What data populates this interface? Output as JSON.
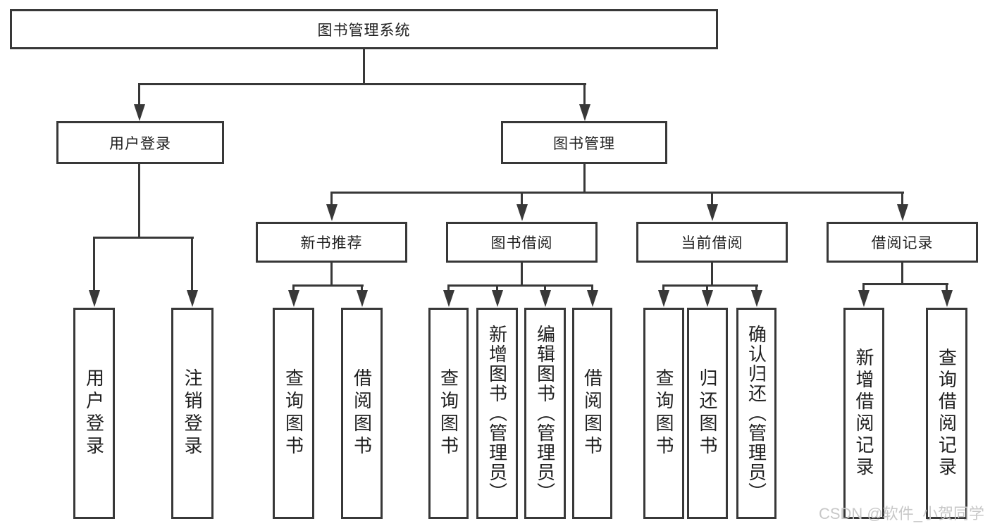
{
  "colors": {
    "line": "#383838",
    "text": "#1f1f1f",
    "background": "#ffffff",
    "watermark": "#c8c8c8"
  },
  "watermark": "CSDN @软件_小贺同学",
  "tree": {
    "root": "图书管理系统",
    "branches": [
      {
        "label": "用户登录",
        "leaves": [
          "用户登录",
          "注销登录"
        ]
      },
      {
        "label": "图书管理",
        "groups": [
          {
            "label": "新书推荐",
            "leaves": [
              "查询图书",
              "借阅图书"
            ]
          },
          {
            "label": "图书借阅",
            "leaves": [
              "查询图书",
              "新增图书（管理员）",
              "编辑图书（管理员）",
              "借阅图书"
            ]
          },
          {
            "label": "当前借阅",
            "leaves": [
              "查询图书",
              "归还图书",
              "确认归还（管理员）"
            ]
          },
          {
            "label": "借阅记录",
            "leaves": [
              "新增借阅记录",
              "查询借阅记录"
            ]
          }
        ]
      }
    ]
  }
}
